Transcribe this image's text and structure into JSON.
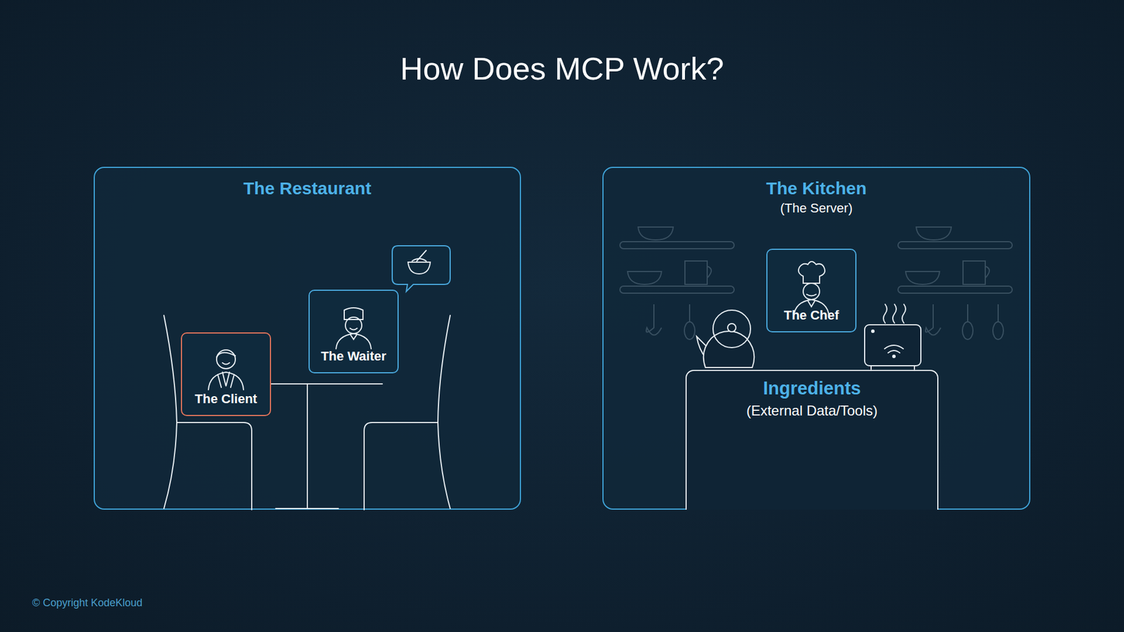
{
  "diagram": {
    "title": "How Does MCP Work?",
    "nodes": [
      {
        "text": [
          "The Restaurant"
        ]
      },
      {
        "text": [
          "The Client"
        ],
        "in": 0
      },
      {
        "text": [
          "The Waiter"
        ],
        "in": 0
      },
      {
        "text": [
          "The Kitchen",
          "(The Server)"
        ]
      },
      {
        "text": [
          "The Chef"
        ],
        "in": 3
      },
      {
        "text": [
          "Ingredients",
          "(External Data/Tools)"
        ],
        "in": 3
      }
    ],
    "labels": [
      "© Copyright KodeKloud"
    ]
  }
}
